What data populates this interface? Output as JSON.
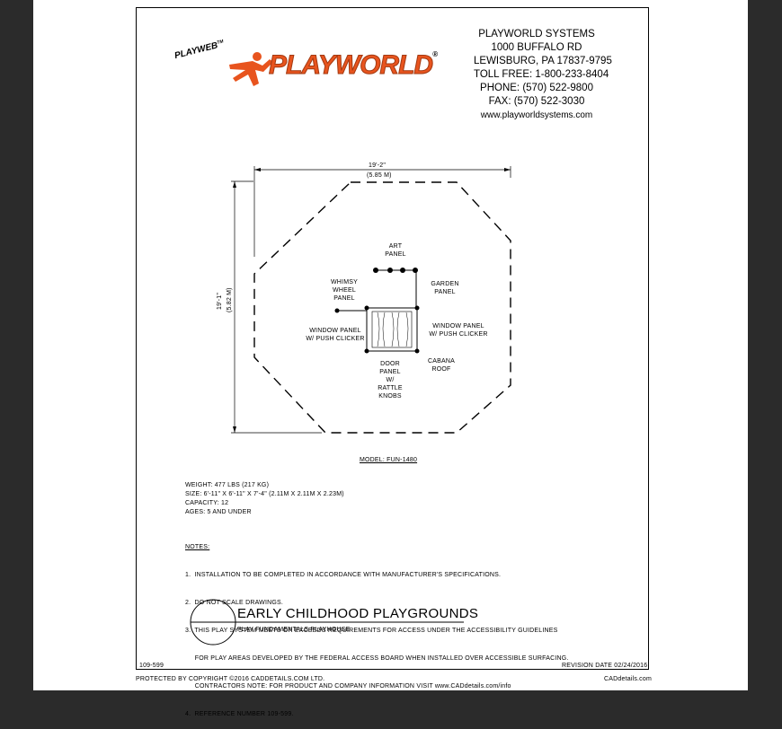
{
  "brand": {
    "playweb": "PLAYWEB",
    "tm": "TM",
    "name": "PLAYWORLD",
    "registered": "®",
    "accent": "#e8541e"
  },
  "company": {
    "name": "PLAYWORLD SYSTEMS",
    "address": "1000 BUFFALO RD",
    "city": "LEWISBURG, PA 17837-9795",
    "toll_free": "TOLL FREE: 1-800-233-8404",
    "phone": "PHONE: (570) 522-9800",
    "fax": "FAX: (570) 522-3030",
    "website": "www.playworldsystems.com"
  },
  "drawing": {
    "width_ft": "19'-2\"",
    "width_m": "(5.85 M)",
    "height_ft": "19'-1\"",
    "height_m": "(5.82 M)",
    "labels": {
      "art": [
        "ART",
        "PANEL"
      ],
      "whimsy": [
        "WHIMSY",
        "WHEEL",
        "PANEL"
      ],
      "garden": [
        "GARDEN",
        "PANEL"
      ],
      "window_left": [
        "WINDOW PANEL",
        "W/ PUSH CLICKER"
      ],
      "window_right": [
        "WINDOW PANEL",
        "W/ PUSH CLICKER"
      ],
      "door": [
        "DOOR",
        "PANEL",
        "W/",
        "RATTLE",
        "KNOBS"
      ],
      "cabana": [
        "CABANA",
        "ROOF"
      ]
    },
    "model": "MODEL: FUN-1480"
  },
  "specs": {
    "weight": "WEIGHT: 477 LBS (217 KG)",
    "size": "SIZE: 6'-11\" X 6'-11\" X 7'-4\" (2.11M X 2.11M X 2.23M)",
    "capacity": "CAPACITY: 12",
    "ages": "AGES: 5 AND UNDER"
  },
  "notes": {
    "heading": "NOTES:",
    "items": [
      "1.  INSTALLATION TO BE COMPLETED IN ACCORDANCE WITH MANUFACTURER'S SPECIFICATIONS.",
      "2.  DO NOT SCALE DRAWINGS.",
      "3.  THIS PLAY SYSTEM MEETS OR EXCEEDS REQUIREMENTS FOR ACCESS UNDER THE ACCESSIBILITY GUIDELINES",
      "     FOR PLAY AREAS DEVELOPED BY THE FEDERAL ACCESS BOARD WHEN INSTALLED OVER ACCESSIBLE SURFACING.",
      "     CONTRACTORS NOTE: FOR PRODUCT AND COMPANY INFORMATION VISIT www.CADdetails.com/info",
      "4.  REFERENCE NUMBER 109-599."
    ]
  },
  "title_block": {
    "title": "EARLY CHILDHOOD PLAYGROUNDS",
    "subtitle": "PLAY FUNDAMENTALS PLAYHOUSE"
  },
  "footer": {
    "ref": "109-599",
    "revision": "REVISION DATE 02/24/2016",
    "copyright": "PROTECTED BY COPYRIGHT ©2016  CADDETAILS.COM LTD.",
    "site": "CADdetails.com"
  }
}
